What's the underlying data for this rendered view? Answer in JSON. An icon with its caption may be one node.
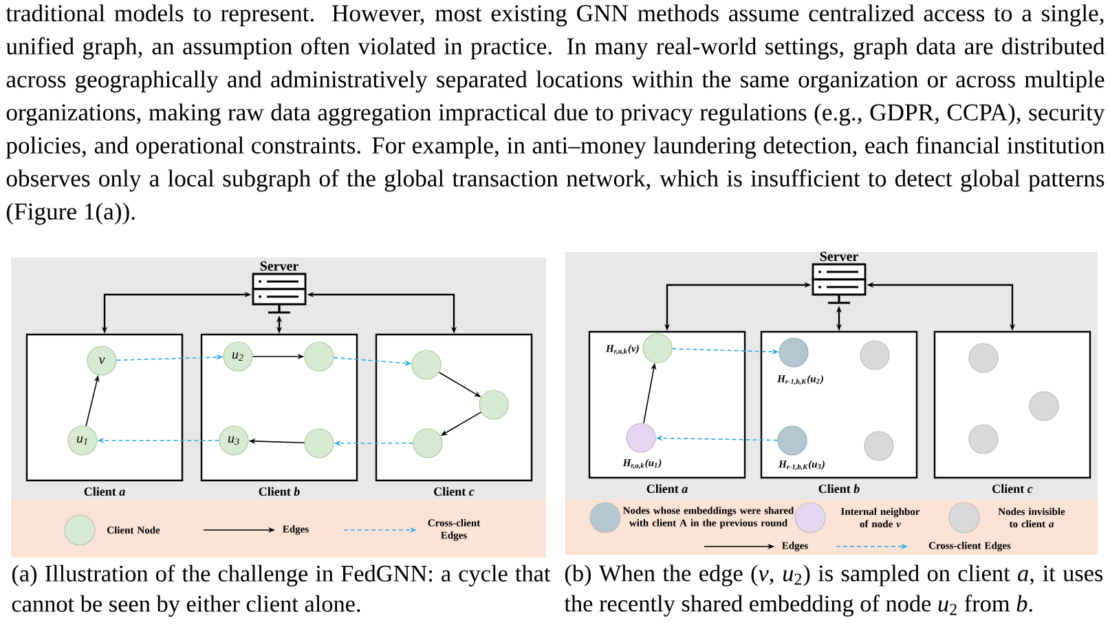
{
  "diagram": {
    "nodes": [
      {
        "text": [
          "Server"
        ]
      },
      {
        "text": [
          "Client *a*"
        ]
      },
      {
        "text": [
          "Client *b*"
        ]
      },
      {
        "text": [
          "Client *c*"
        ]
      },
      {
        "text": [
          "v"
        ],
        "in": 1
      },
      {
        "text": [
          "u$_{1}$"
        ],
        "in": 1
      },
      {
        "text": [
          "u$_{2}$"
        ],
        "in": 2
      },
      {
        "text": [],
        "shape": "circle",
        "in": 2
      },
      {
        "text": [
          "u$_{3}$"
        ],
        "in": 2
      },
      {
        "text": [],
        "shape": "circle",
        "in": 2
      },
      {
        "text": [],
        "shape": "circle",
        "in": 3
      },
      {
        "text": [],
        "shape": "circle",
        "in": 3
      },
      {
        "text": [],
        "shape": "circle",
        "in": 3
      },
      {
        "text": [
          "Server"
        ]
      },
      {
        "text": [
          "Client *a*"
        ]
      },
      {
        "text": [
          "Client *b*"
        ]
      },
      {
        "text": [
          "Client *c*"
        ]
      },
      {
        "text": [],
        "shape": "circle",
        "in": 14,
        "beside": [
          "H$_{r,a,k}$(v)"
        ]
      },
      {
        "text": [],
        "shape": "circle",
        "in": 14,
        "beside": [
          "H$_{r,a,k}$(u$_{1}$)"
        ]
      },
      {
        "text": [],
        "shape": "circle",
        "in": 15,
        "beside": [
          "H$_{r-1,b,K}$(u$_{2}$)"
        ]
      },
      {
        "text": [],
        "shape": "circle",
        "in": 15
      },
      {
        "text": [],
        "shape": "circle",
        "in": 15,
        "beside": [
          "H$_{r-1,b,K}$(u$_{3}$)"
        ]
      },
      {
        "text": [],
        "shape": "circle",
        "in": 15
      },
      {
        "text": [],
        "shape": "circle",
        "in": 16
      },
      {
        "text": [],
        "shape": "circle",
        "in": 16
      },
      {
        "text": [],
        "shape": "circle",
        "in": 16
      }
    ],
    "edges": [
      {
        "from": 0,
        "to": 1,
        "arrow": "both"
      },
      {
        "from": 0,
        "to": 2,
        "arrow": "both"
      },
      {
        "from": 0,
        "to": 3,
        "arrow": "both"
      },
      {
        "from": 5,
        "to": 4,
        "arrow": "to"
      },
      {
        "from": 4,
        "to": 6,
        "arrow": "to",
        "style": "dashed",
        "color": "#29abe2"
      },
      {
        "from": 6,
        "to": 7,
        "arrow": "to"
      },
      {
        "from": 7,
        "to": 10,
        "arrow": "to",
        "style": "dashed",
        "color": "#29abe2"
      },
      {
        "from": 10,
        "to": 11,
        "arrow": "to"
      },
      {
        "from": 11,
        "to": 12,
        "arrow": "to"
      },
      {
        "from": 12,
        "to": 9,
        "arrow": "to",
        "style": "dashed",
        "color": "#29abe2"
      },
      {
        "from": 9,
        "to": 8,
        "arrow": "to"
      },
      {
        "from": 8,
        "to": 5,
        "arrow": "to",
        "style": "dashed",
        "color": "#29abe2"
      },
      {
        "from": 13,
        "to": 14,
        "arrow": "both"
      },
      {
        "from": 13,
        "to": 15,
        "arrow": "both"
      },
      {
        "from": 13,
        "to": 16,
        "arrow": "both"
      },
      {
        "from": 18,
        "to": 17,
        "arrow": "to"
      },
      {
        "from": 17,
        "to": 19,
        "arrow": "to",
        "style": "dashed",
        "color": "#29abe2"
      },
      {
        "from": 21,
        "to": 18,
        "arrow": "to",
        "style": "dashed",
        "color": "#29abe2"
      }
    ],
    "labels": [
      "traditional models to represent. However, most existing GNN methods assume centralized access to a single, unified graph, an assumption often violated in practice. In many real-world settings, graph data are distributed across geographically and administratively separated locations within the same organization or across multiple organizations, making raw data aggregation impractical due to privacy regulations (e.g., GDPR, CCPA), security policies, and operational constraints. For example, in anti–money laundering detection, each financial institution observes only a local subgraph of the global transaction network, which is insufficient to detect global patterns (Figure 1(a)).",
      "(a) Illustration of the challenge in FedGNN: a cycle that cannot be seen by either client alone.",
      "(b) When the edge (*v*, *u*$_{2}$) is sampled on client *a*, it uses the recently shared embedding of node *u*$_{2}$ from *b*."
    ],
    "legend": [
      {
        "text": "Client Node",
        "color": "#d9ead3"
      },
      {
        "text": "Edges"
      },
      {
        "text": "Cross-client Edges"
      },
      {
        "text": "Nodes whose embeddings were shared with client A in the previous round",
        "color": "#b4c7d1"
      },
      {
        "text": "Internal neighbor of node *v*",
        "color": "#e4d7ef"
      },
      {
        "text": "Nodes invisible to client *a*",
        "color": "#d9d9d9"
      },
      {
        "text": "Edges"
      },
      {
        "text": "Cross-client Edges"
      }
    ]
  }
}
